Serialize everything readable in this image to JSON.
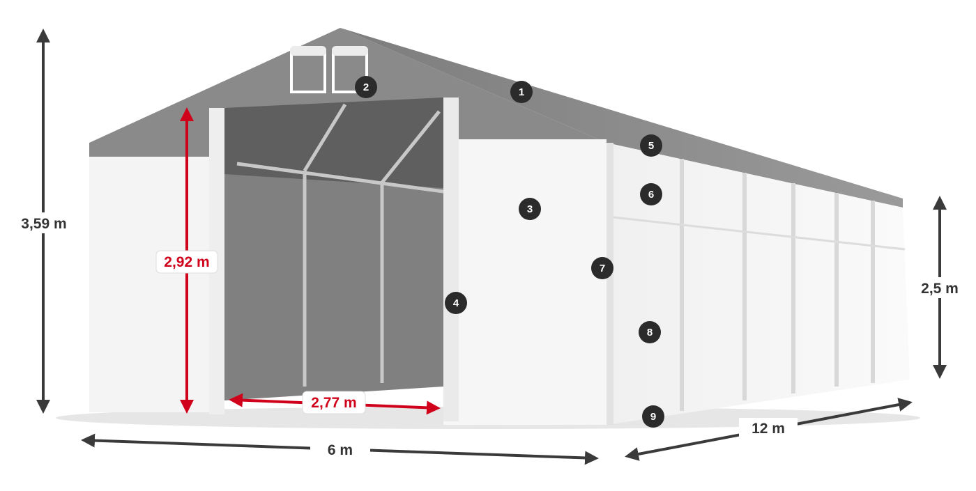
{
  "colors": {
    "roof": "#8c8c8c",
    "wall": "#f4f4f4",
    "interior": "#7f7f7f",
    "dimension_dark": "#3a3a3a",
    "dimension_red": "#d0021b",
    "badge": "#2b2b2b"
  },
  "dimensions": {
    "total_height": "3,59 m",
    "entrance_height": "2,92 m",
    "entrance_width": "2,77 m",
    "side_height": "2,5 m",
    "width": "6 m",
    "length": "12 m"
  },
  "markers": [
    "1",
    "2",
    "3",
    "4",
    "5",
    "6",
    "7",
    "8",
    "9"
  ]
}
